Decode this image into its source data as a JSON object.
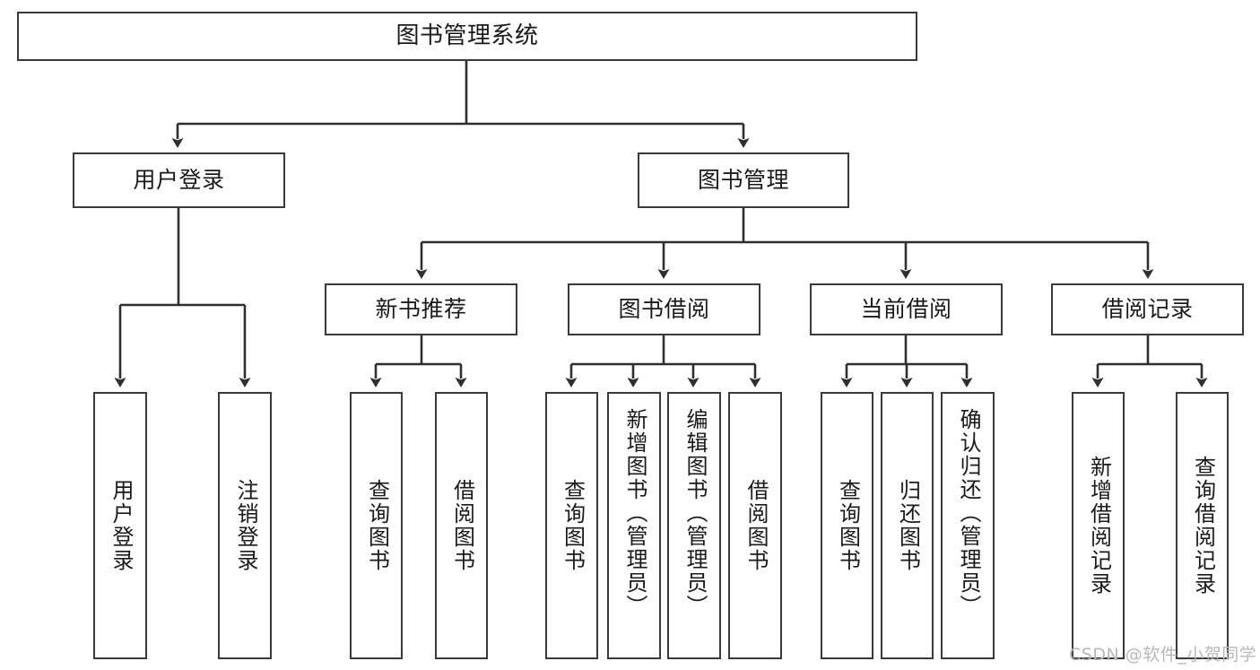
{
  "diagram": {
    "title": "图书管理系统",
    "type": "function-structure-tree",
    "theme": {
      "background": "#ffffff",
      "box_border": "#3a3a3a",
      "connector": "#2f2f2f",
      "text": "#1a1a1a",
      "watermark": "#b8b8b8"
    },
    "levels": {
      "root": {
        "label": "图书管理系统"
      },
      "level2": [
        {
          "label": "用户登录"
        },
        {
          "label": "图书管理"
        }
      ],
      "level3": [
        {
          "label": "新书推荐"
        },
        {
          "label": "图书借阅"
        },
        {
          "label": "当前借阅"
        },
        {
          "label": "借阅记录"
        }
      ],
      "leaves_user_login": [
        {
          "label": "用户登录"
        },
        {
          "label": "注销登录"
        }
      ],
      "leaves_new_book": [
        {
          "label": "查询图书"
        },
        {
          "label": "借阅图书"
        }
      ],
      "leaves_borrow": [
        {
          "label": "查询图书"
        },
        {
          "label": "新增图书（管理员）"
        },
        {
          "label": "编辑图书（管理员）"
        },
        {
          "label": "借阅图书"
        }
      ],
      "leaves_current": [
        {
          "label": "查询图书"
        },
        {
          "label": "归还图书"
        },
        {
          "label": "确认归还（管理员）"
        }
      ],
      "leaves_record": [
        {
          "label": "新增借阅记录"
        },
        {
          "label": "查询借阅记录"
        }
      ]
    }
  },
  "watermark": {
    "text": "CSDN @软件_小贺同学"
  }
}
